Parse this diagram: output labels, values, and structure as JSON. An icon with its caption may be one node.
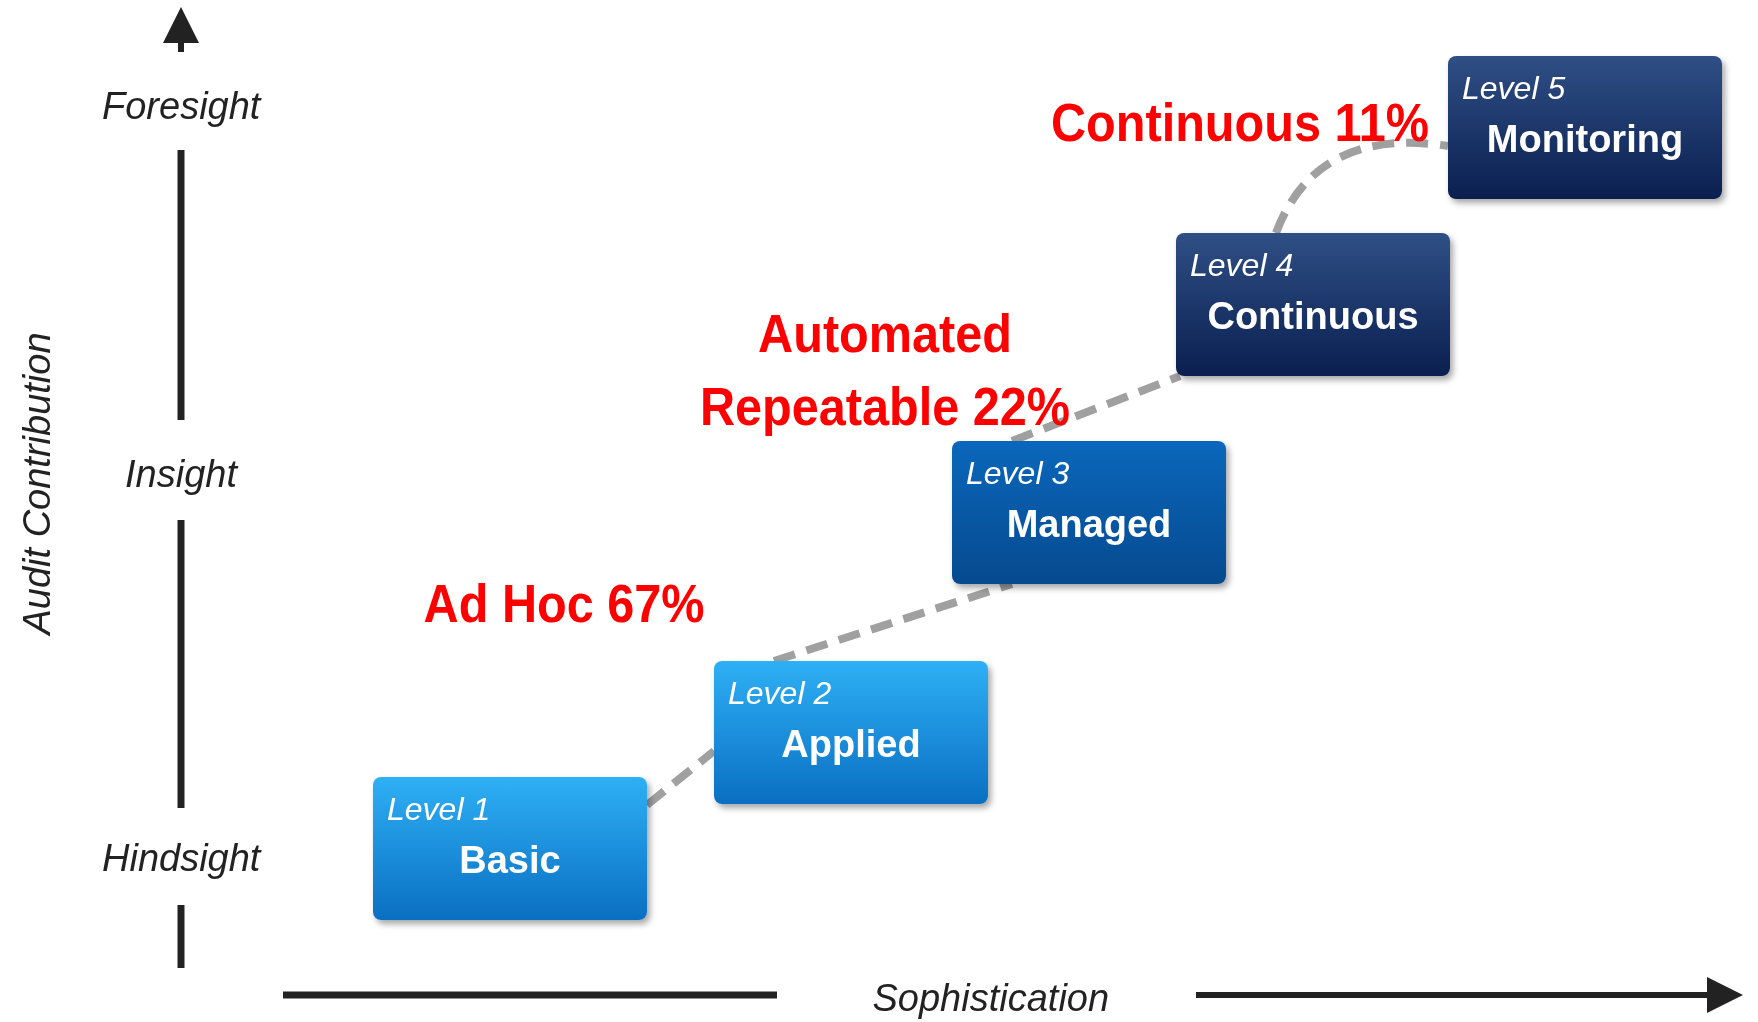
{
  "diagram": {
    "nodes": [
      {
        "text": [
          "Level 1",
          "Basic"
        ]
      },
      {
        "text": [
          "Level 2",
          "Applied"
        ]
      },
      {
        "text": [
          "Level 3",
          "Managed"
        ]
      },
      {
        "text": [
          "Level 4",
          "Continuous"
        ]
      },
      {
        "text": [
          "Level 5",
          "Monitoring"
        ]
      }
    ],
    "edges": [
      {
        "from": 0,
        "to": 1,
        "arrow": "none",
        "style": "dashed"
      },
      {
        "from": 1,
        "to": 2,
        "arrow": "none",
        "style": "dashed"
      },
      {
        "from": 2,
        "to": 3,
        "arrow": "none",
        "style": "dashed"
      },
      {
        "from": 3,
        "to": 4,
        "arrow": "none",
        "style": "dashed"
      }
    ],
    "labels": [
      "Foresight",
      "Continuous 11%",
      "Automated Repeatable 22%",
      "Audit Contribution",
      "Insight",
      "Ad Hoc 67%",
      "Hindsight",
      "Sophistication"
    ]
  }
}
